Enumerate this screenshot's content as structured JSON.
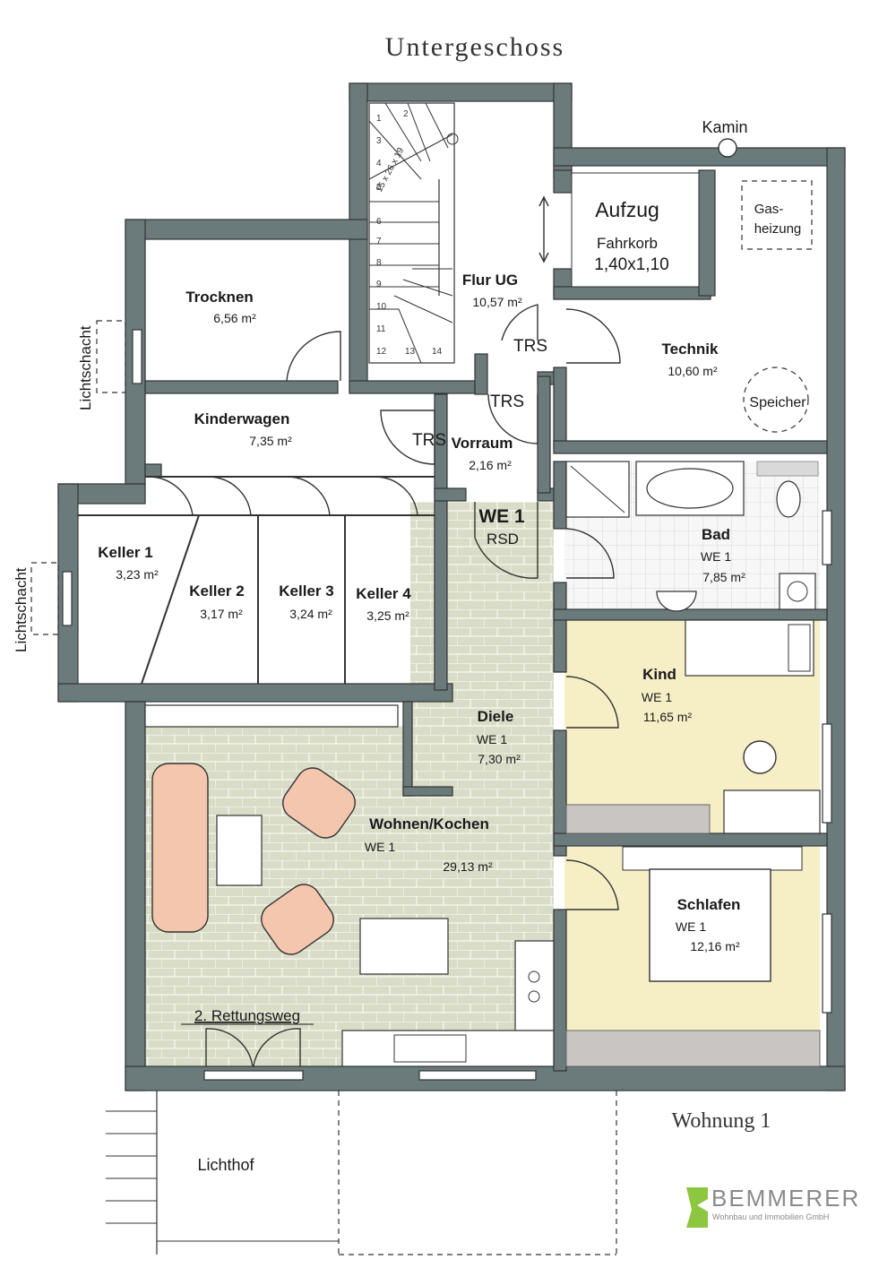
{
  "title": "Untergeschoss",
  "subtitle": "Wohnung 1",
  "brand": {
    "name": "BEMMERER",
    "tagline": "Wohnbau und Immobilien GmbH",
    "color": "#8dc63f"
  },
  "colors": {
    "wall": "#6b7b7c",
    "living_floor": "#d9dcc6",
    "bedroom_floor": "#f6efc6",
    "sofa": "#f3c6ad",
    "bath_tile": "#f5f5f5"
  },
  "rooms": {
    "trocknen": {
      "name": "Trocknen",
      "area": "6,56 m²"
    },
    "kinderwagen": {
      "name": "Kinderwagen",
      "area": "7,35 m²"
    },
    "keller1": {
      "name": "Keller 1",
      "area": "3,23 m²"
    },
    "keller2": {
      "name": "Keller 2",
      "area": "3,17 m²"
    },
    "keller3": {
      "name": "Keller 3",
      "area": "3,24 m²"
    },
    "keller4": {
      "name": "Keller 4",
      "area": "3,25 m²"
    },
    "flur": {
      "name": "Flur UG",
      "area": "10,57 m²"
    },
    "vorraum": {
      "name": "Vorraum",
      "area": "2,16 m²"
    },
    "aufzug": {
      "name": "Aufzug",
      "line1": "Fahrkorb",
      "line2": "1,40x1,10"
    },
    "technik": {
      "name": "Technik",
      "area": "10,60 m²"
    },
    "bad": {
      "name": "Bad",
      "unit": "WE 1",
      "area": "7,85 m²"
    },
    "kind": {
      "name": "Kind",
      "unit": "WE 1",
      "area": "11,65 m²"
    },
    "diele": {
      "name": "Diele",
      "unit": "WE 1",
      "area": "7,30 m²"
    },
    "wohnen": {
      "name": "Wohnen/Kochen",
      "unit": "WE 1",
      "area": "29,13 m²"
    },
    "schlafen": {
      "name": "Schlafen",
      "unit": "WE 1",
      "area": "12,16 m²"
    }
  },
  "labels": {
    "kamin": "Kamin",
    "gas1": "Gas-",
    "gas2": "heizung",
    "speicher": "Speicher",
    "lichtschacht_top": "Lichtschacht",
    "lichtschacht_bottom": "Lichtschacht",
    "lichthof": "Lichthof",
    "rettungsweg": "2. Rettungsweg",
    "entrance_unit": "WE 1",
    "entrance_door": "RSD",
    "trs1": "TRS",
    "trs2": "TRS",
    "trs3": "TRS",
    "stair_formula": "15 x 26 x 19"
  },
  "stair_steps": [
    "1",
    "2",
    "3",
    "4",
    "5",
    "6",
    "7",
    "8",
    "9",
    "10",
    "11",
    "12",
    "13",
    "14"
  ]
}
